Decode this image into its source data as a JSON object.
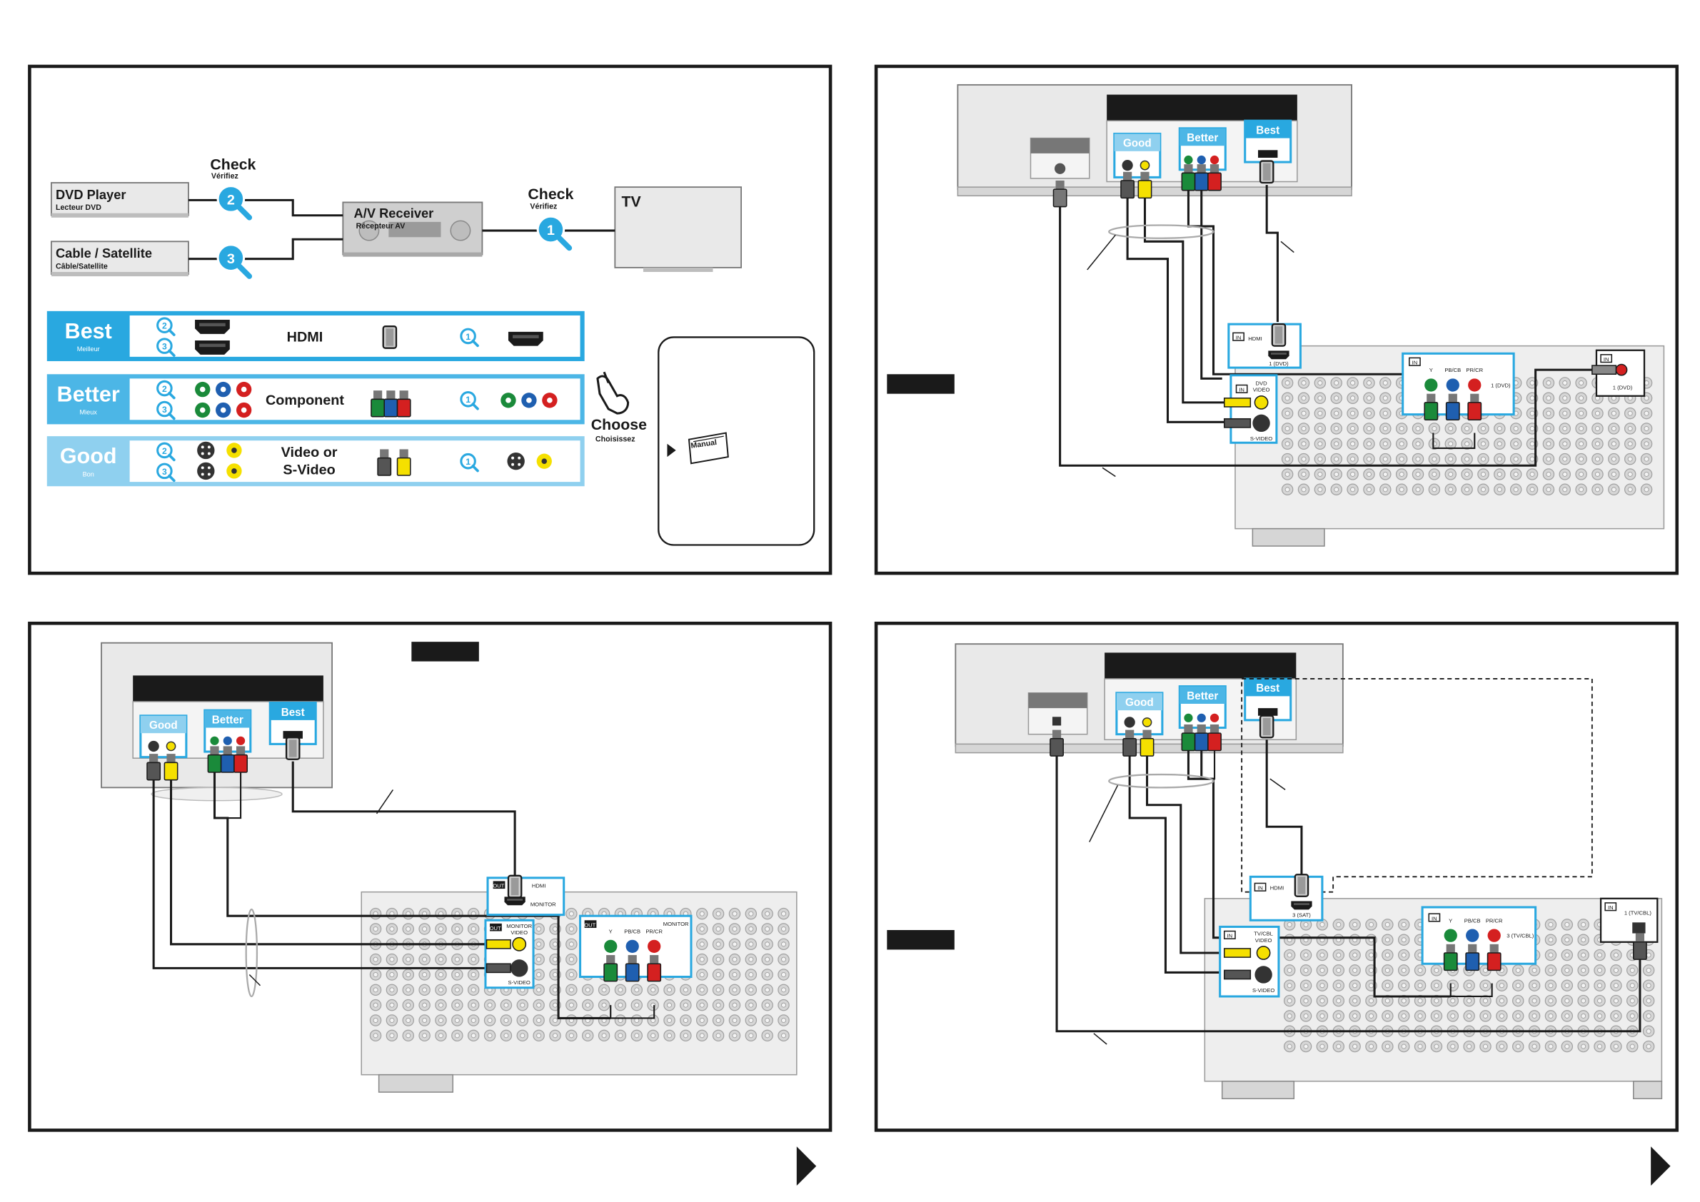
{
  "panel1": {
    "check_top_left": "Check",
    "check_top_left_fr": "Vérifiez",
    "check_top_right": "Check",
    "check_top_right_fr": "Vérifiez",
    "dvd_player": "DVD Player",
    "dvd_player_fr": "Lecteur DVD",
    "cable_sat": "Cable / Satellite",
    "cable_sat_fr": "Câble/Satellite",
    "av_receiver": "A/V Receiver",
    "av_receiver_fr": "Récepteur AV",
    "tv": "TV",
    "step_dvd": "2",
    "step_cable": "3",
    "step_tv": "1",
    "choose": "Choose",
    "choose_fr": "Choisissez",
    "manual": "Manual",
    "rows": [
      {
        "quality": "Best",
        "quality_fr": "Meilleur",
        "connection": "HDMI",
        "color": "#29a8e0",
        "steps": [
          "2",
          "3"
        ],
        "tv_step": "1"
      },
      {
        "quality": "Better",
        "quality_fr": "Mieux",
        "connection": "Component",
        "color": "#4cb6e6",
        "steps": [
          "2",
          "3"
        ],
        "tv_step": "1"
      },
      {
        "quality": "Good",
        "quality_fr": "Bon",
        "connection": "Video or",
        "connection2": "S-Video",
        "color": "#8fd0ef",
        "steps": [
          "2",
          "3"
        ],
        "tv_step": "1"
      }
    ]
  },
  "panel2": {
    "good": "Good",
    "better": "Better",
    "best": "Best",
    "hdmi_in_tag": "IN",
    "hdmi_in_label": "HDMI",
    "hdmi_in_source": "1 (DVD)",
    "video_in_tag": "IN",
    "video_in_label": "DVD",
    "video_in_label2": "VIDEO",
    "svideo_label": "S-VIDEO",
    "comp_tag": "IN",
    "comp_y": "Y",
    "comp_pb": "PB/CB",
    "comp_pr": "PR/CR",
    "comp_source": "1 (DVD)",
    "digital_tag": "IN",
    "digital_source": "1 (DVD)"
  },
  "panel3": {
    "good": "Good",
    "better": "Better",
    "best": "Best",
    "hdmi_out_tag": "OUT",
    "hdmi_out_label": "HDMI",
    "hdmi_out_monitor": "MONITOR",
    "video_out_tag": "OUT",
    "video_out_label": "MONITOR",
    "video_out_label2": "VIDEO",
    "svideo_label": "S-VIDEO",
    "comp_tag": "OUT",
    "comp_monitor": "MONITOR",
    "comp_y": "Y",
    "comp_pb": "PB/CB",
    "comp_pr": "PR/CR"
  },
  "panel4": {
    "good": "Good",
    "better": "Better",
    "best": "Best",
    "hdmi_in_tag": "IN",
    "hdmi_in_label": "HDMI",
    "hdmi_in_source": "3 (SAT)",
    "video_in_tag": "IN",
    "video_in_label": "TV/CBL",
    "video_in_label2": "VIDEO",
    "svideo_label": "S-VIDEO",
    "comp_tag": "IN",
    "comp_y": "Y",
    "comp_pb": "PB/CB",
    "comp_pr": "PR/CR",
    "comp_source": "3 (TV/CBL)",
    "digital_tag": "IN",
    "digital_source": "1 (TV/CBL)"
  },
  "colors": {
    "best": "#29a8e0",
    "better": "#4cb6e6",
    "good": "#8fd0ef",
    "comp_y": "#1a8a3a",
    "comp_pb": "#1f5fb0",
    "comp_pr": "#d42020",
    "composite": "#f5e000"
  },
  "nav": {
    "next_arrow_1": "next-arrow",
    "next_arrow_2": "next-arrow"
  }
}
